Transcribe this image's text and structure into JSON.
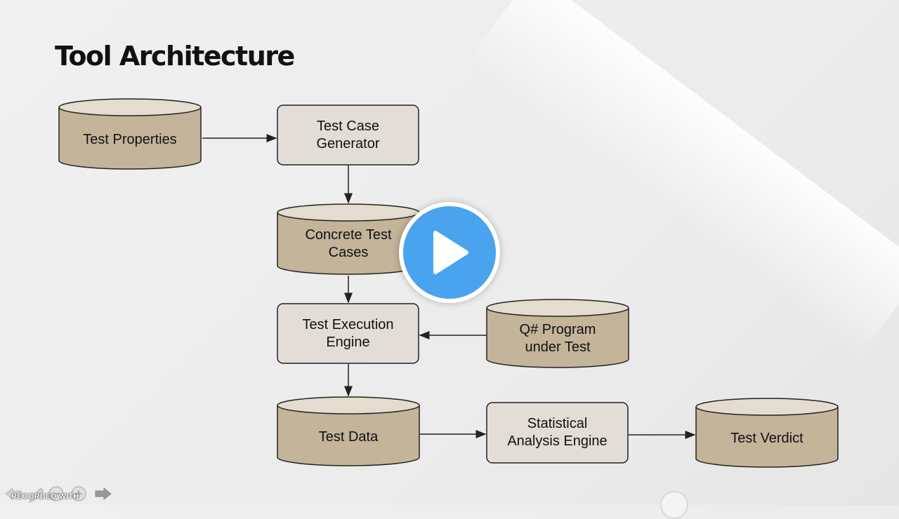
{
  "slide": {
    "title": "Tool Architecture"
  },
  "nodes": {
    "test_properties": "Test Properties",
    "test_case_generator": "Test Case\nGenerator",
    "concrete_test_cases": "Concrete Test\nCases",
    "test_execution_engine": "Test Execution\nEngine",
    "program_under_test": "Q# Program\nunder Test",
    "test_data": "Test Data",
    "statistical_analysis_engine": "Statistical\nAnalysis Engine",
    "test_verdict": "Test Verdict"
  },
  "player": {
    "recorder_label": "RECORDED WITH"
  },
  "colors": {
    "datastore_fill": "#c3b49a",
    "process_fill": "#e2ddd7",
    "stroke": "#222222",
    "play_button": "#4aa3ee"
  },
  "icons": [
    "play-icon",
    "back-arrow-icon",
    "pencil-icon",
    "zoom-out-icon",
    "zoom-in-icon",
    "forward-arrow-icon"
  ]
}
